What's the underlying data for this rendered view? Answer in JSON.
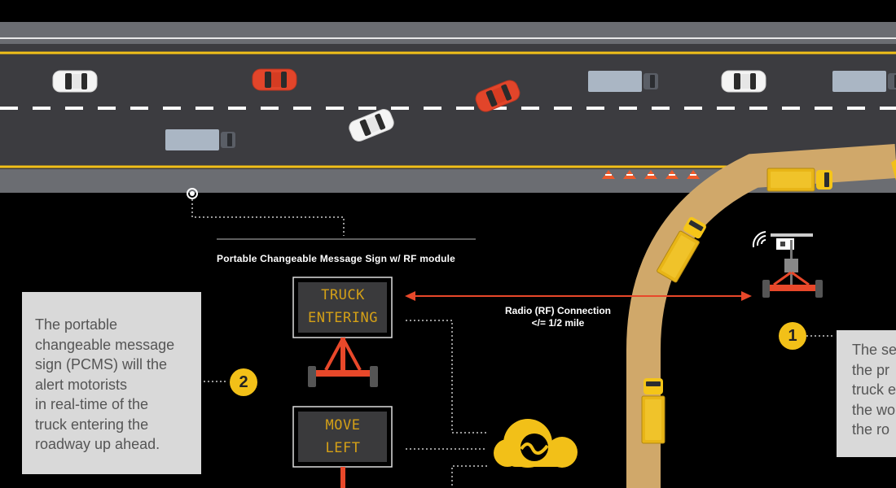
{
  "sign_title": "Portable Changeable Message Sign w/ RF module",
  "rf_connection": {
    "line1": "Radio (RF) Connection",
    "line2": "</= 1/2 mile"
  },
  "pcms_1": {
    "line1": "TRUCK",
    "line2": "ENTERING"
  },
  "pcms_2": {
    "line1": "MOVE",
    "line2": "LEFT"
  },
  "callout_left": {
    "number": "2",
    "lines": [
      "The portable",
      "changeable message",
      "sign (PCMS) will the",
      "alert motorists",
      "in real-time of the",
      "truck entering the",
      "roadway up ahead."
    ]
  },
  "callout_right": {
    "number": "1",
    "lines": [
      "The se",
      "the pr",
      "truck e",
      "the wo",
      "the ro"
    ]
  },
  "colors": {
    "background": "#000000",
    "road": "#3c3c40",
    "shoulder": "#6b6d72",
    "lane_yellow": "#f2c018",
    "sign_amber": "#d4a017",
    "rf_line": "#e8482a",
    "dirt_road": "#d0a86a",
    "callout_bg": "#d9d9d9"
  },
  "icons": [
    "car-icon",
    "truck-icon",
    "traffic-cone-icon",
    "sensor-trailer-icon",
    "wifi-signal-icon",
    "cloud-icon"
  ]
}
